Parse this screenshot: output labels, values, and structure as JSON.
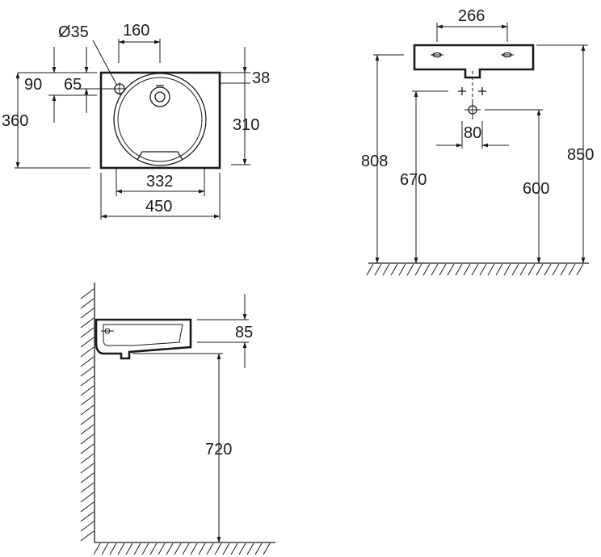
{
  "top_view": {
    "dim_hole_diameter": "Ø35",
    "dim_tap_offset": "160",
    "dim_side_90": "90",
    "dim_side_65": "65",
    "dim_depth_360": "360",
    "dim_top_38": "38",
    "dim_bowl_310": "310",
    "dim_bowl_332": "332",
    "dim_width_450": "450"
  },
  "front_view": {
    "dim_fixing_266": "266",
    "dim_height_808": "808",
    "dim_height_670": "670",
    "dim_drain_80": "80",
    "dim_height_600": "600",
    "dim_height_850": "850"
  },
  "side_view": {
    "dim_basin_85": "85",
    "dim_height_720": "720"
  }
}
